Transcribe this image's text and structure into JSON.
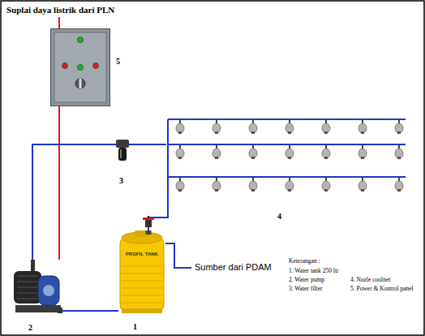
{
  "diagram": {
    "title": "Suplai daya listrik dari PLN",
    "nodes": [
      {
        "text": [
          "5"
        ]
      },
      {
        "text": [
          "3"
        ]
      },
      {
        "text": [
          "4"
        ]
      },
      {
        "text": [
          "2"
        ]
      },
      {
        "text": [
          "PROFIL TANK",
          "1"
        ]
      }
    ],
    "edges": [
      {
        "from": 0,
        "to": 3,
        "arrow": "none"
      },
      {
        "from": 3,
        "to": 1,
        "arrow": "none"
      },
      {
        "from": 1,
        "to": 2,
        "arrow": "none"
      },
      {
        "from": 4,
        "to": 2,
        "arrow": "none"
      },
      {
        "from": 3,
        "to": 4,
        "arrow": "none"
      }
    ],
    "labels": [
      "Sumber dari PDAM",
      "Keterangan :",
      "1. Water tank 250 ltr",
      "2. Water pump",
      "3. Water filter",
      "4. Nozle coolnet",
      "5. Power & Kontrol panel"
    ]
  }
}
